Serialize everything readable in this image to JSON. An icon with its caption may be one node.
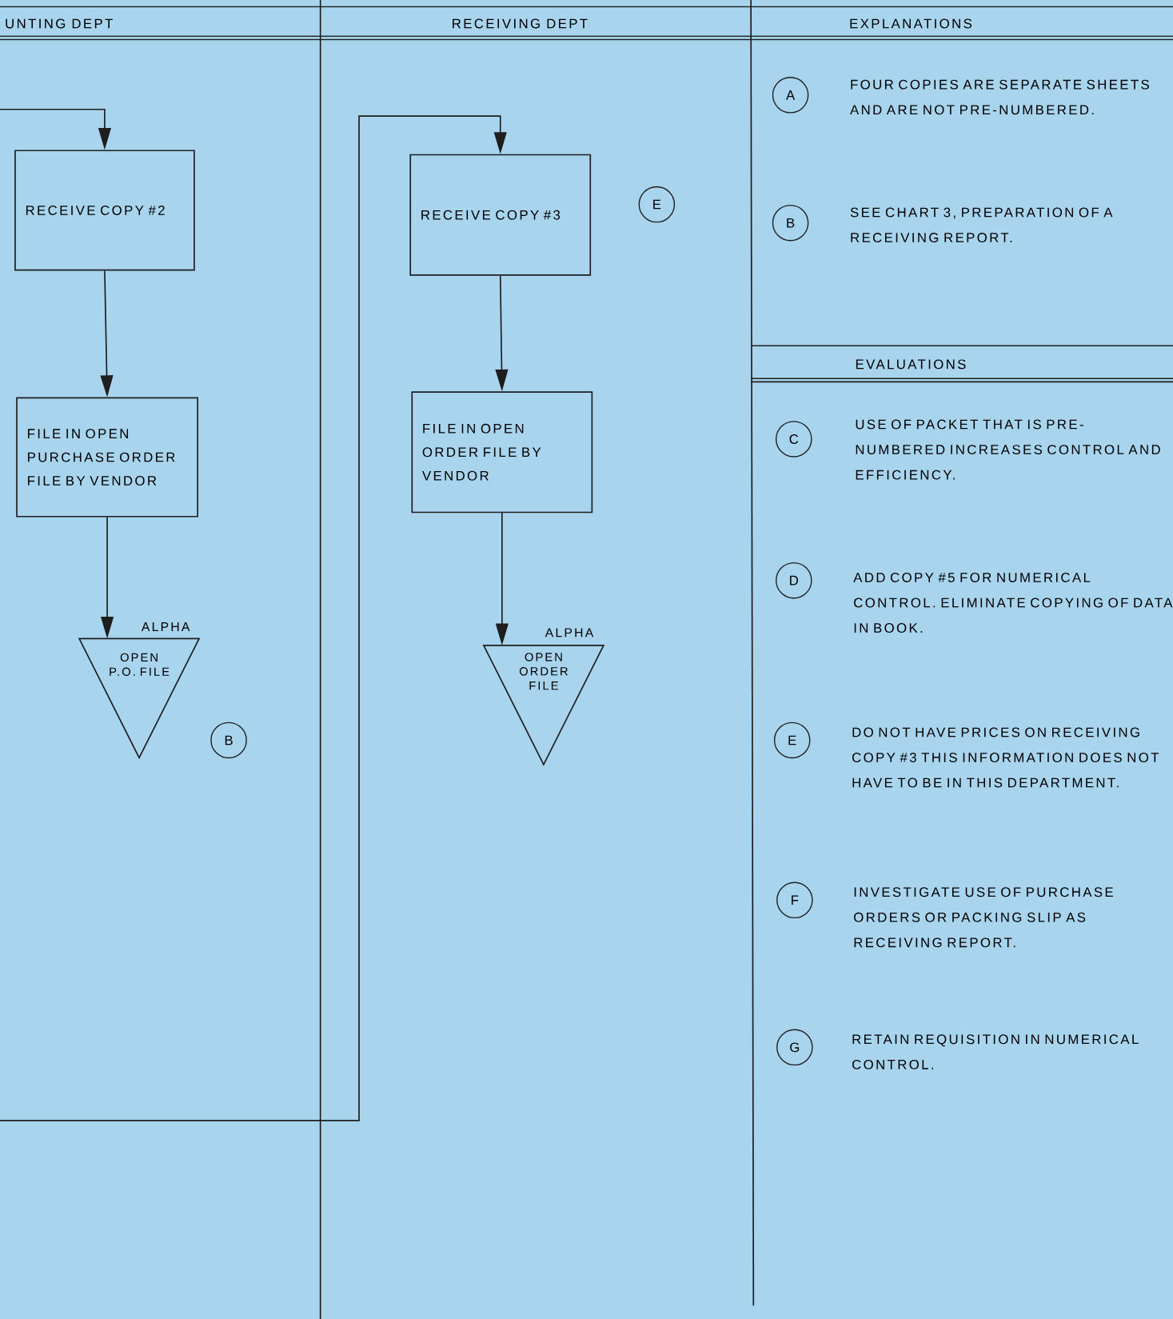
{
  "diagram": {
    "nodes": [
      {
        "text": [
          "RECEIVE COPY #2"
        ]
      },
      {
        "text": [
          "FILE IN OPEN PURCHASE ORDER FILE BY VENDOR"
        ]
      },
      {
        "text": [
          "OPEN P.O. FILE"
        ],
        "beside": [
          "ALPHA"
        ]
      },
      {
        "text": [
          "B"
        ]
      },
      {
        "text": [
          "RECEIVE COPY #3"
        ]
      },
      {
        "text": [
          "E"
        ]
      },
      {
        "text": [
          "FILE IN OPEN ORDER FILE BY VENDOR"
        ]
      },
      {
        "text": [
          "OPEN ORDER FILE"
        ],
        "beside": [
          "ALPHA"
        ]
      },
      {
        "text": [
          "A"
        ],
        "beside": [
          "FOUR COPIES ARE SEPARATE SHEETS AND ARE NOT PRE-NUMBERED."
        ]
      },
      {
        "text": [
          "B"
        ],
        "beside": [
          "SEE CHART 3, PREPARATION OF A RECEIVING REPORT."
        ]
      },
      {
        "text": [
          "C"
        ],
        "beside": [
          "USE OF PACKET THAT IS PRE-NUMBERED INCREASES CONTROL AND EFFICIENCY."
        ]
      },
      {
        "text": [
          "D"
        ],
        "beside": [
          "ADD COPY #5 FOR NUMERICAL CONTROL. ELIMINATE COPYING OF DATA IN BOOK."
        ]
      },
      {
        "text": [
          "E"
        ],
        "beside": [
          "DO NOT HAVE PRICES ON RECEIVING COPY #3 THIS INFORMATION DOES NOT HAVE TO BE IN THIS DEPARTMENT."
        ]
      },
      {
        "text": [
          "F"
        ],
        "beside": [
          "INVESTIGATE USE OF PURCHASE ORDERS OR PACKING SLIP AS RECEIVING REPORT."
        ]
      },
      {
        "text": [
          "G"
        ],
        "beside": [
          "RETAIN REQUISITION IN NUMERICAL CONTROL."
        ]
      }
    ],
    "edges": [
      {
        "from": null,
        "to": 0,
        "arrow": "to"
      },
      {
        "from": 0,
        "to": 1,
        "arrow": "to"
      },
      {
        "from": 1,
        "to": 2,
        "arrow": "to"
      },
      {
        "from": null,
        "to": 4,
        "arrow": "to"
      },
      {
        "from": 4,
        "to": 6,
        "arrow": "to"
      },
      {
        "from": 6,
        "to": 7,
        "arrow": "to"
      }
    ],
    "labels": [
      "UNTING DEPT",
      "RECEIVING DEPT",
      "EXPLANATIONS",
      "EVALUATIONS"
    ]
  }
}
